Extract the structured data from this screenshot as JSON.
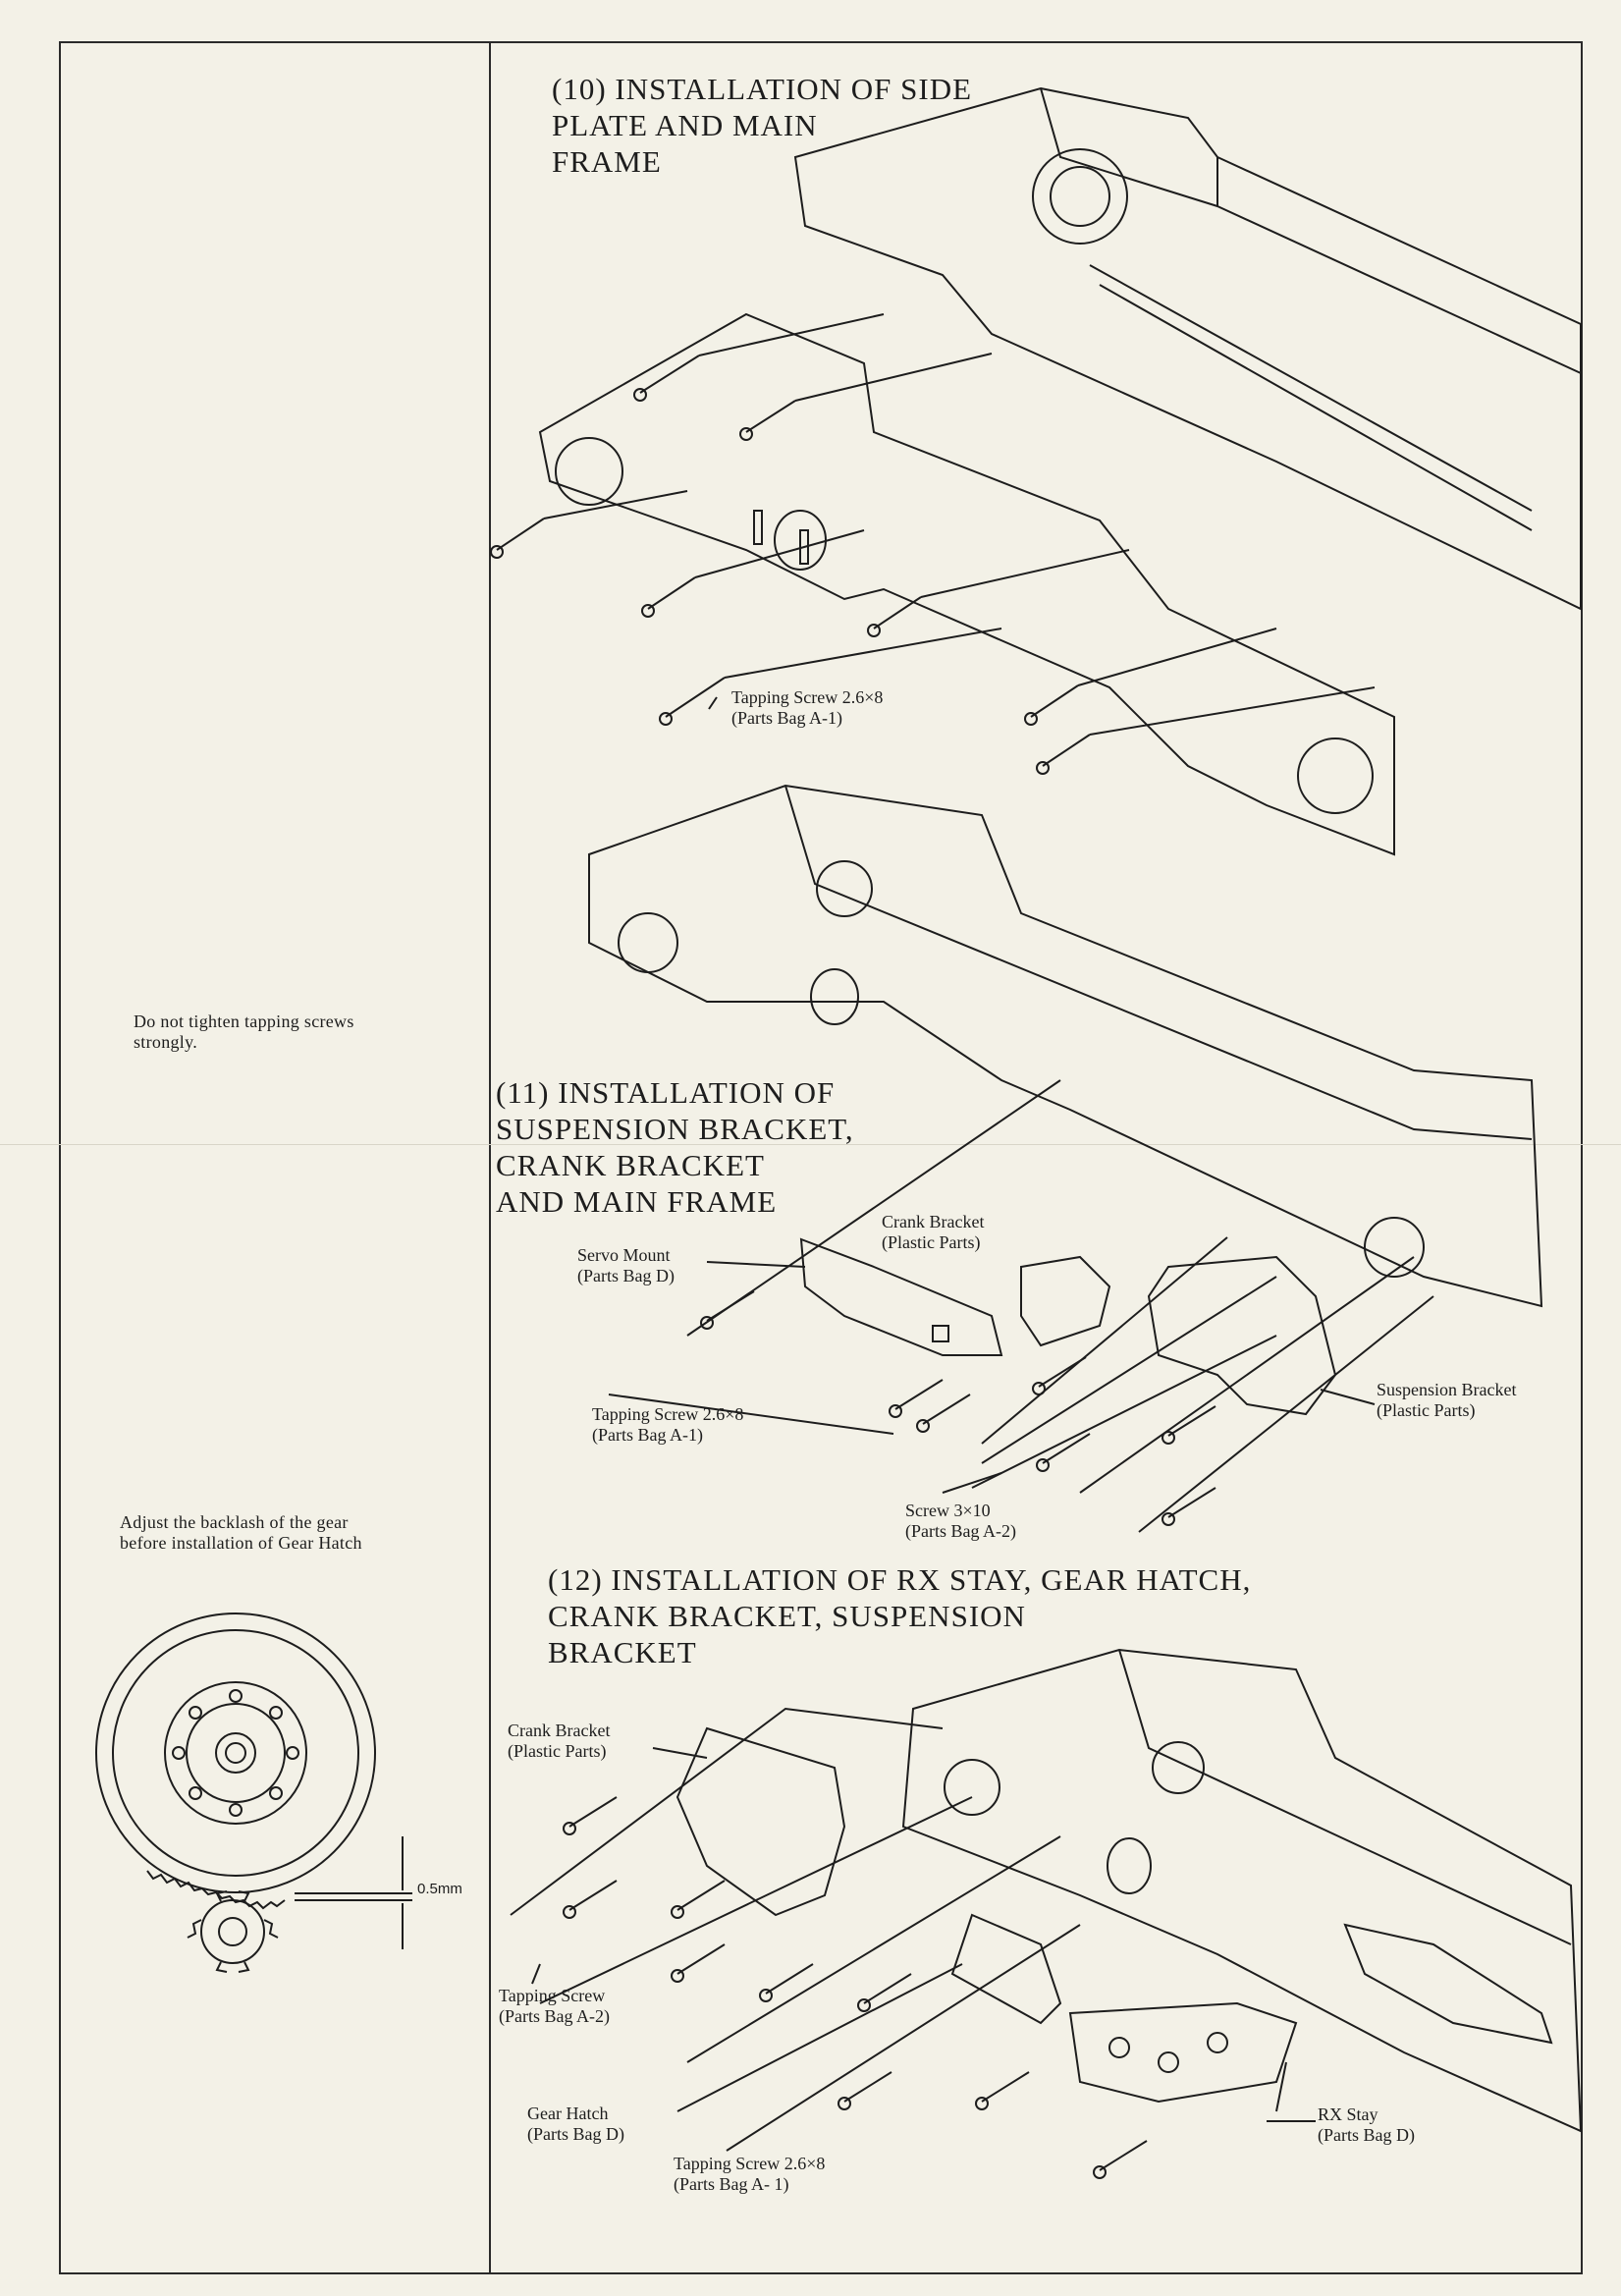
{
  "left_column": {
    "note_tighten": "Do not tighten tapping screws\nstrongly.",
    "note_backlash": "Adjust the backlash of the gear\nbefore installation of Gear Hatch",
    "clearance_label": "0.5mm"
  },
  "steps": [
    {
      "heading": "(10) INSTALLATION OF SIDE\n       PLATE AND MAIN\n       FRAME",
      "labels": [
        {
          "text": "Tapping Screw 2.6×8\n(Parts Bag A-1)"
        }
      ]
    },
    {
      "heading": "(11) INSTALLATION OF\n     SUSPENSION BRACKET,\n     CRANK BRACKET\n     AND MAIN FRAME",
      "labels": [
        {
          "text": "Crank  Bracket\n(Plastic Parts)"
        },
        {
          "text": "Servo Mount\n(Parts Bag D)"
        },
        {
          "text": "Tapping Screw  2.6×8\n(Parts Bag A-1)"
        },
        {
          "text": "Suspension Bracket\n(Plastic Parts)"
        },
        {
          "text": "Screw  3×10\n(Parts Bag A-2)"
        }
      ]
    },
    {
      "heading": "(12) INSTALLATION OF RX STAY, GEAR HATCH,\n      CRANK BRACKET, SUSPENSION\n      BRACKET",
      "labels": [
        {
          "text": "Crank Bracket\n(Plastic Parts)"
        },
        {
          "text": "Tapping Screw\n(Parts Bag A-2)"
        },
        {
          "text": "Gear Hatch\n(Parts Bag D)"
        },
        {
          "text": "Tapping Screw  2.6×8\n(Parts Bag A- 1)"
        },
        {
          "text": "RX Stay\n(Parts Bag D)"
        }
      ]
    }
  ]
}
